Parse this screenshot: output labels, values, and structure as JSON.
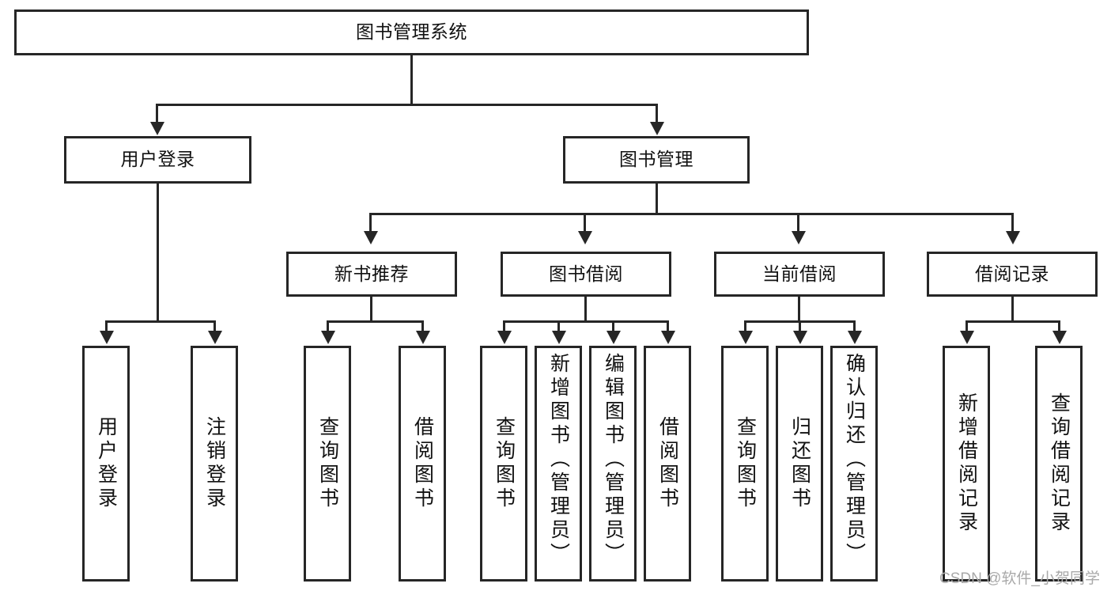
{
  "diagram": {
    "title_node": {
      "label": "图书管理系统"
    },
    "level1": [
      {
        "label": "用户登录"
      },
      {
        "label": "图书管理"
      }
    ],
    "level2": [
      {
        "label": "新书推荐"
      },
      {
        "label": "图书借阅"
      },
      {
        "label": "当前借阅"
      },
      {
        "label": "借阅记录"
      }
    ],
    "leaves": {
      "user_login": [
        {
          "label": "用户登录"
        },
        {
          "label": "注销登录"
        }
      ],
      "new_book_recommend": [
        {
          "label": "查询图书"
        },
        {
          "label": "借阅图书"
        }
      ],
      "book_borrow": [
        {
          "label": "查询图书"
        },
        {
          "label": "新增图书（管理员）"
        },
        {
          "label": "编辑图书（管理员）"
        },
        {
          "label": "借阅图书"
        }
      ],
      "current_borrow": [
        {
          "label": "查询图书"
        },
        {
          "label": "归还图书"
        },
        {
          "label": "确认归还（管理员）"
        }
      ],
      "borrow_record": [
        {
          "label": "新增借阅记录"
        },
        {
          "label": "查询借阅记录"
        }
      ]
    }
  },
  "watermark": {
    "text": "CSDN @软件_小贺同学"
  },
  "colors": {
    "border": "#262626",
    "text": "#111111",
    "background": "#ffffff",
    "watermark": "#a9a9a9"
  }
}
